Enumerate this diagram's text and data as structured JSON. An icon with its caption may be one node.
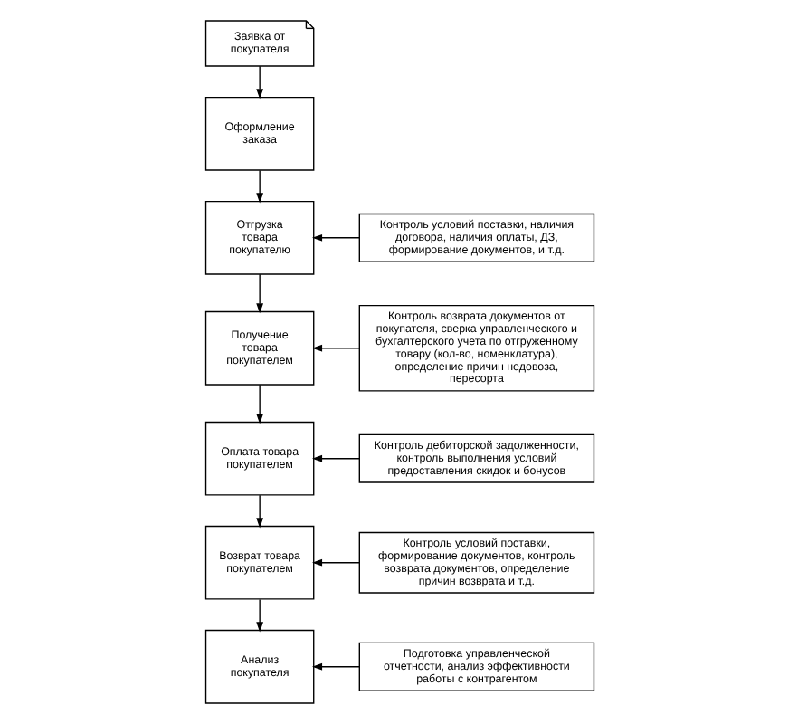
{
  "diagram": {
    "nodes": [
      {
        "text": [
          "Заявка от покупателя"
        ]
      },
      {
        "text": [
          "Оформление заказа"
        ]
      },
      {
        "text": [
          "Контроль условий поставки, наличия договора, наличия оплаты, ДЗ, формирование документов, и т.д."
        ]
      },
      {
        "text": [
          "Отгрузка товара покупателю"
        ]
      },
      {
        "text": [
          "Контроль возврата документов от покупателя, сверка управленческого и бухгалтерского учета по отгруженному товару (кол-во, номенклатура), определение причин недовоза, пересорта"
        ]
      },
      {
        "text": [
          "Получение товара покупателем"
        ]
      },
      {
        "text": [
          "Контроль дебиторской задолженности, контроль выполнения условий предоставления скидок и бонусов"
        ]
      },
      {
        "text": [
          "Оплата товара покупателем"
        ]
      },
      {
        "text": [
          "Контроль условий поставки, формирование документов, контроль возврата документов, определение причин возврата и т.д."
        ]
      },
      {
        "text": [
          "Возврат товара покупателем"
        ]
      },
      {
        "text": [
          "Подготовка управленческой отчетности, анализ эффективности работы с контрагентом"
        ]
      },
      {
        "text": [
          "Анализ покупателя"
        ]
      }
    ],
    "edges": [
      {
        "from": 0,
        "to": 1,
        "arrow": "to"
      },
      {
        "from": 1,
        "to": 3,
        "arrow": "to"
      },
      {
        "from": 2,
        "to": 3,
        "arrow": "to"
      },
      {
        "from": 3,
        "to": 5,
        "arrow": "to"
      },
      {
        "from": 4,
        "to": 5,
        "arrow": "to"
      },
      {
        "from": 5,
        "to": 7,
        "arrow": "to"
      },
      {
        "from": 6,
        "to": 7,
        "arrow": "to"
      },
      {
        "from": 7,
        "to": 9,
        "arrow": "to"
      },
      {
        "from": 8,
        "to": 9,
        "arrow": "to"
      },
      {
        "from": 9,
        "to": 11,
        "arrow": "to"
      },
      {
        "from": 10,
        "to": 11,
        "arrow": "to"
      }
    ]
  }
}
